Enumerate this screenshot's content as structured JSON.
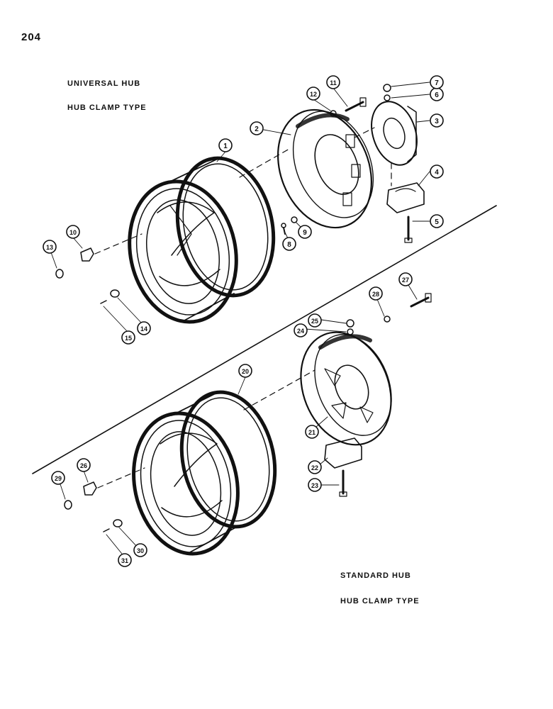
{
  "page_number": "204",
  "sections": {
    "upper": {
      "line1": "UNIVERSAL HUB",
      "line2": "HUB CLAMP TYPE"
    },
    "lower": {
      "line1": "STANDARD HUB",
      "line2": "HUB CLAMP TYPE"
    }
  },
  "callouts": [
    "1",
    "2",
    "3",
    "4",
    "5",
    "6",
    "7",
    "8",
    "9",
    "10",
    "11",
    "12",
    "13",
    "14",
    "15",
    "20",
    "21",
    "22",
    "23",
    "24",
    "25",
    "26",
    "27",
    "28",
    "29",
    "30",
    "31"
  ],
  "colors": {
    "ink": "#111111",
    "paper": "#ffffff"
  }
}
